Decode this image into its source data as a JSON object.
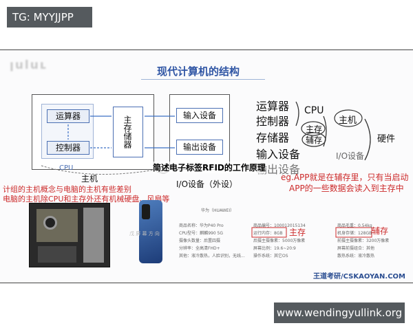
{
  "tag": "TG: MYYJJPP",
  "watermark": "www.wendingyullink.org",
  "slide": {
    "title": "现代计算机的结构",
    "logo_text": "ꞁuluʟ",
    "diagram": {
      "alu": "运算器",
      "control": "控制器",
      "cpu_label": "CPU",
      "memory": "主存储器",
      "input": "输入设备",
      "output": "输出设备",
      "host_label": "主机",
      "io_label": "I/O设备（外设）"
    },
    "right_list": [
      "运算器",
      "控制器",
      "存储器",
      "输入设备",
      "输出设备"
    ],
    "handwriting": {
      "cpu": "CPU",
      "main_mem": "主存",
      "aux_mem": "辅存",
      "host": "主机",
      "io": "I/O设备",
      "hardware": "硬件",
      "note1": "eg.APP就是在辅存里，只有当启动",
      "note2": "APP的一些数据会读入到主存中",
      "left_note1": "计组的主机概念与电脑的主机有些差别",
      "left_note2": "电脑的主机除CPU和主存外还有机械硬盘、风扇等",
      "mem_label": "主存",
      "aux_label": "辅存"
    },
    "banner": "简述电子标签RFID的工作原理",
    "specs_col1": [
      "商品名称：华为P40 Pro",
      "CPU型号：麒麟990 5G",
      "摄像头数量：后置四摄",
      "分辨率：全高清FHD+",
      "其他：液冷散热，人脸识别，无线..."
    ],
    "specs_col2": [
      "商品编号：100012015134",
      "运行内存：8GB",
      "后摄主摄像素：5000万像素",
      "屏幕比例：19.6~20:9",
      "操作系统：其它OS"
    ],
    "specs_col3": [
      "商品毛重：0.54kg",
      "机身存储：128GB",
      "前摄主摄像素：3200万像素",
      "屏幕前摄组合：其他",
      "散热系统：液冷散热"
    ],
    "brand_top": "华为（HUAWEI）",
    "footer": "王道考研/CSKAOYAN.COM",
    "caption_blur": "戊 屏 幕 方 向"
  }
}
